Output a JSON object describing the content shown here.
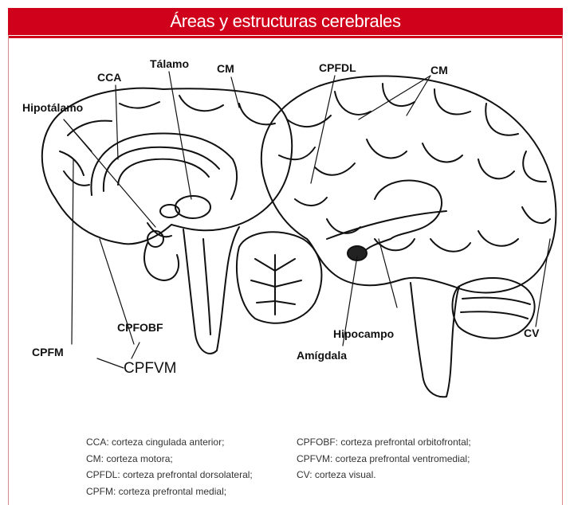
{
  "title": "Áreas y estructuras cerebrales",
  "colors": {
    "banner": "#d0021b",
    "line": "#111111"
  },
  "labels": {
    "cca": "CCA",
    "talamo": "Tálamo",
    "cm_left": "CM",
    "cpfdl": "CPFDL",
    "cm_right": "CM",
    "hipotalamo": "Hipotálamo",
    "cpfobf": "CPFOBF",
    "cpfm": "CPFM",
    "cpfvm": "CPFVM",
    "hipocampo": "Hipocampo",
    "amigdala": "Amígdala",
    "cv": "CV"
  },
  "legend": {
    "left": [
      "CCA: corteza cingulada anterior;",
      "CM: corteza motora;",
      "CPFDL: corteza prefrontal dorsolateral;",
      "CPFM: corteza prefrontal medial;"
    ],
    "right": [
      "CPFOBF: corteza prefrontal orbitofrontal;",
      "CPFVM: corteza prefrontal ventromedial;",
      "CV: corteza visual."
    ]
  }
}
